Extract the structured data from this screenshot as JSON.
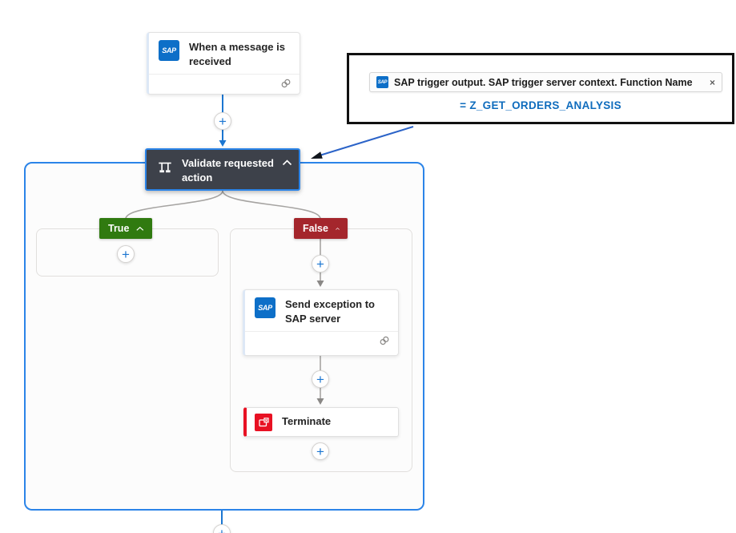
{
  "colors": {
    "accent": "#1b76d1",
    "scope-border": "#2b84e8",
    "gray": "#a6a4a2",
    "gray-dark": "#8a8886",
    "node-dark": "#3d414a",
    "true-green": "#307a10",
    "false-red": "#a4262c",
    "terminate-red": "#e81123",
    "sap-blue": "#0d6fc8",
    "expr-blue": "#0f6cbd",
    "callout-border": "#111111"
  },
  "trigger": {
    "title": "When a message is received"
  },
  "condition": {
    "title": "Validate requested action"
  },
  "annotation": {
    "token": "SAP trigger output. SAP trigger server context. Function Name",
    "expression": "= Z_GET_ORDERS_ANALYSIS"
  },
  "branches": {
    "true": "True",
    "false": "False"
  },
  "actions": {
    "send_exception": "Send exception to SAP server",
    "terminate": "Terminate"
  },
  "icons": {
    "plus": "+",
    "close": "×",
    "sap": "SAP",
    "chevron_up": "chevron-up",
    "link": "connection-rings",
    "condition": "branch-gate",
    "terminate": "stop-window"
  }
}
